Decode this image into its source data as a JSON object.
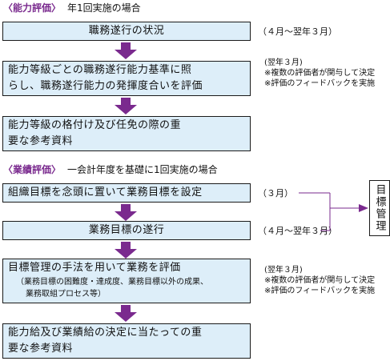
{
  "ability": {
    "tag": "〈能力評価〉",
    "desc": "年1回実施の場合",
    "box1": "職務遂行の状況",
    "note1": "（４月～翌年３月）",
    "box2_line1": "能力等級ごとの職務遂行能力基準に照",
    "box2_line2": "らし、職務遂行能力の発揮度合いを評価",
    "note2": [
      "(翌年３月)",
      "※複数の評価者が関与して決定",
      "※評価のフィードバックを実施"
    ],
    "box3_line1": "能力等級の格付け及び任免の際の重",
    "box3_line2": "要な参考資料"
  },
  "performance": {
    "tag": "〈業績評価〉",
    "desc": "一会計年度を基礎に1回実施の場合",
    "box1": "組織目標を念頭に置いて業務目標を設定",
    "note1": "（３月）",
    "box2": "業務目標の遂行",
    "note2": "（４月～翌年３月）",
    "box3_main": "目標管理の手法を用いて業務を評価",
    "box3_sub1": "（業務目標の困難度・達成度、業務目標以外の成果、",
    "box3_sub2": "業務取組プロセス等）",
    "note3": [
      "(翌年３月)",
      "※複数の評価者が関与して決定",
      "※評価のフィードバックを実施"
    ],
    "box4_line1": "能力給及び業績給の決定に当たっての重",
    "box4_line2": "要な参考資料",
    "mgmt": "目標管理"
  },
  "colors": {
    "box_fill": "#ddeef9",
    "arrow": "#7a2a8e",
    "heading": "#7a2a8e",
    "line": "#7a2a8e"
  }
}
